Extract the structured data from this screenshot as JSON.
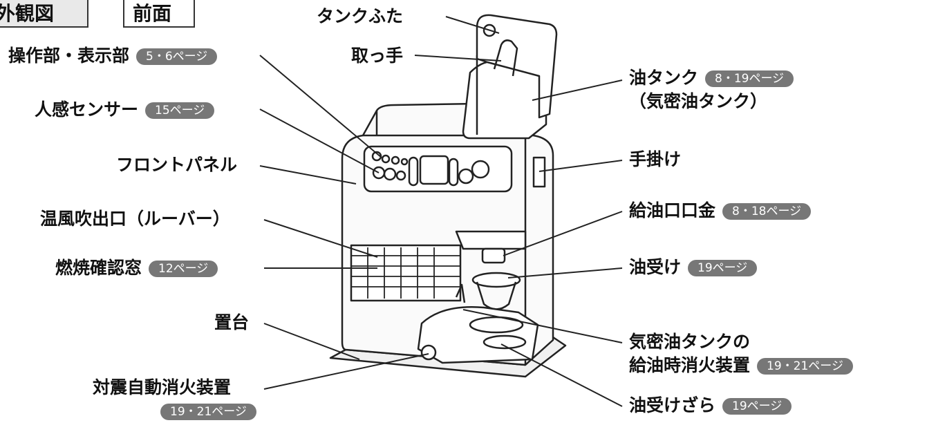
{
  "header": {
    "title": "外観図",
    "view": "前面"
  },
  "labels": {
    "tank_lid": "タンクふた",
    "handle": "取っ手",
    "control_panel": "操作部・表示部",
    "control_panel_ref": "5・6ページ",
    "sensor": "人感センサー",
    "sensor_ref": "15ページ",
    "front_panel": "フロントパネル",
    "outlet": "温風吹出口（ルーバー）",
    "window": "燃焼確認窓",
    "window_ref": "12ページ",
    "stand": "置台",
    "quake_device": "対震自動消火装置",
    "quake_device_ref": "19・21ページ",
    "oil_tank": "油タンク",
    "oil_tank_ref": "8・19ページ",
    "oil_tank_sub": "（気密油タンク）",
    "hand_grip": "手掛け",
    "filler_cap": "給油口口金",
    "filler_cap_ref": "8・18ページ",
    "oil_receiver": "油受け",
    "oil_receiver_ref": "19ページ",
    "tank_device_line1": "気密油タンクの",
    "tank_device_line2": "給油時消火装置",
    "tank_device_ref": "19・21ページ",
    "oil_tray": "油受けざら",
    "oil_tray_ref": "19ページ"
  }
}
